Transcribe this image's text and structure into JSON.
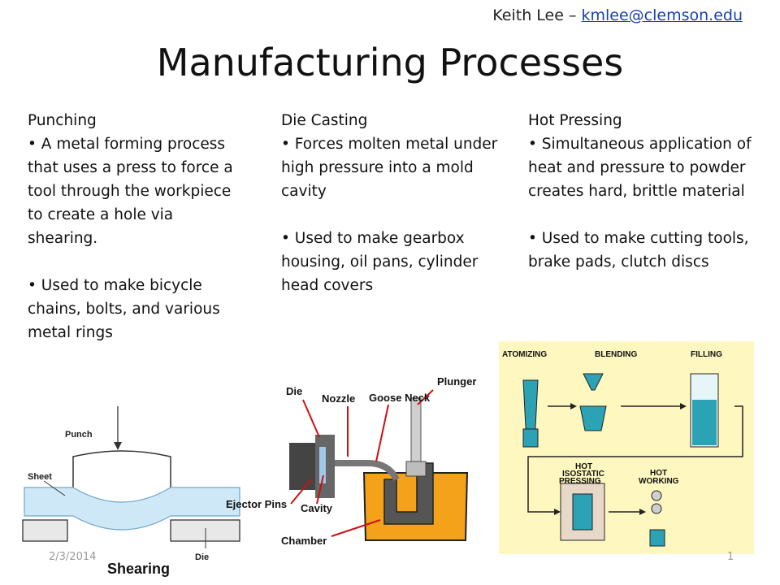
{
  "header": {
    "author_prefix": "Keith Lee – ",
    "author_email": "kmlee@clemson.edu"
  },
  "title": "Manufacturing Processes",
  "columns": [
    {
      "heading": "Punching",
      "bullets": [
        "• A metal forming process that uses a press to force a tool through the workpiece to create a hole via shearing.",
        "• Used to make bicycle chains, bolts, and various metal rings"
      ]
    },
    {
      "heading": "Die Casting",
      "bullets": [
        "• Forces molten metal under high pressure into a mold cavity",
        "• Used to make gearbox housing, oil pans, cylinder head covers"
      ]
    },
    {
      "heading": "Hot Pressing",
      "bullets": [
        "• Simultaneous application of heat and pressure to powder creates hard, brittle material",
        "• Used to make cutting tools, brake pads, clutch discs"
      ]
    }
  ],
  "diagrams": {
    "shearing": {
      "punch": "Punch",
      "sheet": "Sheet",
      "die": "Die",
      "caption": "Shearing"
    },
    "die_casting": {
      "die": "Die",
      "nozzle": "Nozzle",
      "goose_neck": "Goose Neck",
      "plunger": "Plunger",
      "ejector_pins": "Ejector Pins",
      "cavity": "Cavity",
      "chamber": "Chamber"
    },
    "hot_pressing": {
      "atomizing": "ATOMIZING",
      "blending": "BLENDING",
      "filling": "FILLING",
      "hip_1": "HOT",
      "hip_2": "ISOSTATIC",
      "hip_3": "PRESSING",
      "hw_1": "HOT",
      "hw_2": "WORKING"
    }
  },
  "footer": {
    "date": "2/3/2014",
    "page": "1"
  },
  "colors": {
    "link": "#1a3fb0",
    "molten": "#f4a21a",
    "sheet": "#cfe8f7",
    "panel": "#fff7c0",
    "teal": "#2ba3b4"
  }
}
